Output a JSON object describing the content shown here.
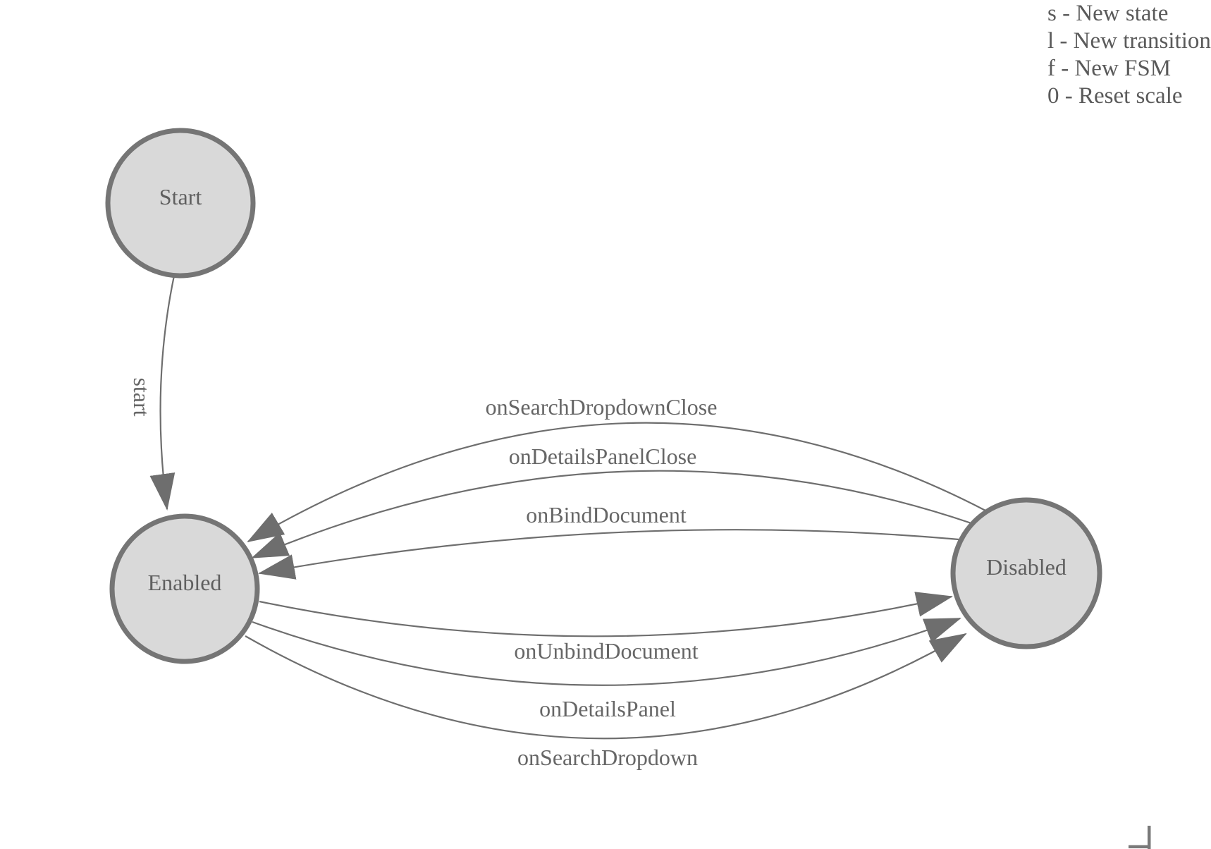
{
  "diagram": {
    "nodes": [
      {
        "id": "start",
        "label": "Start"
      },
      {
        "id": "enabled",
        "label": "Enabled"
      },
      {
        "id": "disabled",
        "label": "Disabled"
      }
    ],
    "edges": [
      {
        "label": "start",
        "from": "Start",
        "to": "Enabled"
      },
      {
        "label": "onSearchDropdownClose",
        "from": "Disabled",
        "to": "Enabled"
      },
      {
        "label": "onDetailsPanelClose",
        "from": "Disabled",
        "to": "Enabled"
      },
      {
        "label": "onBindDocument",
        "from": "Disabled",
        "to": "Enabled"
      },
      {
        "label": "onUnbindDocument",
        "from": "Enabled",
        "to": "Disabled"
      },
      {
        "label": "onDetailsPanel",
        "from": "Enabled",
        "to": "Disabled"
      },
      {
        "label": "onSearchDropdown",
        "from": "Enabled",
        "to": "Disabled"
      }
    ],
    "colors": {
      "node_fill": "#d9d9d9",
      "node_stroke": "#757575",
      "edge_stroke": "#6e6e6e",
      "label_text": "#666666",
      "background": "#ffffff"
    }
  },
  "legend": {
    "items": [
      "s - New state",
      "l - New transition",
      "f - New FSM",
      "0 - Reset scale"
    ]
  }
}
